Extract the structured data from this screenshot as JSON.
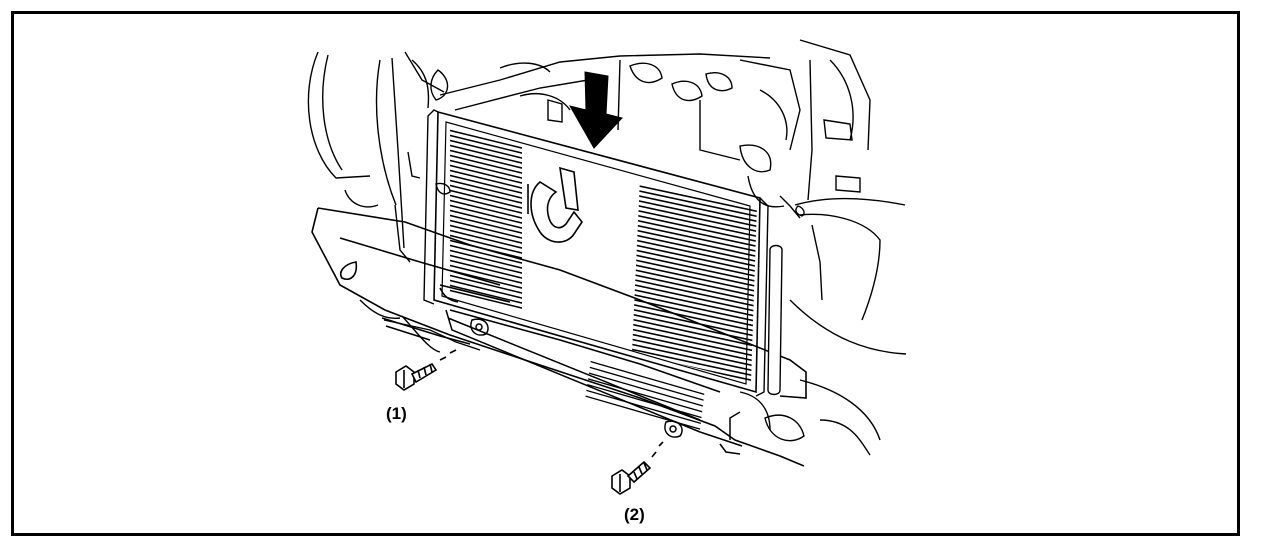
{
  "diagram": {
    "callouts": [
      {
        "id": "1",
        "label": "(1)"
      },
      {
        "id": "2",
        "label": "(2)"
      }
    ],
    "colors": {
      "ink": "#000000",
      "paper": "#ffffff"
    },
    "icons": [
      "down-arrow-icon",
      "bolt-icon"
    ]
  }
}
